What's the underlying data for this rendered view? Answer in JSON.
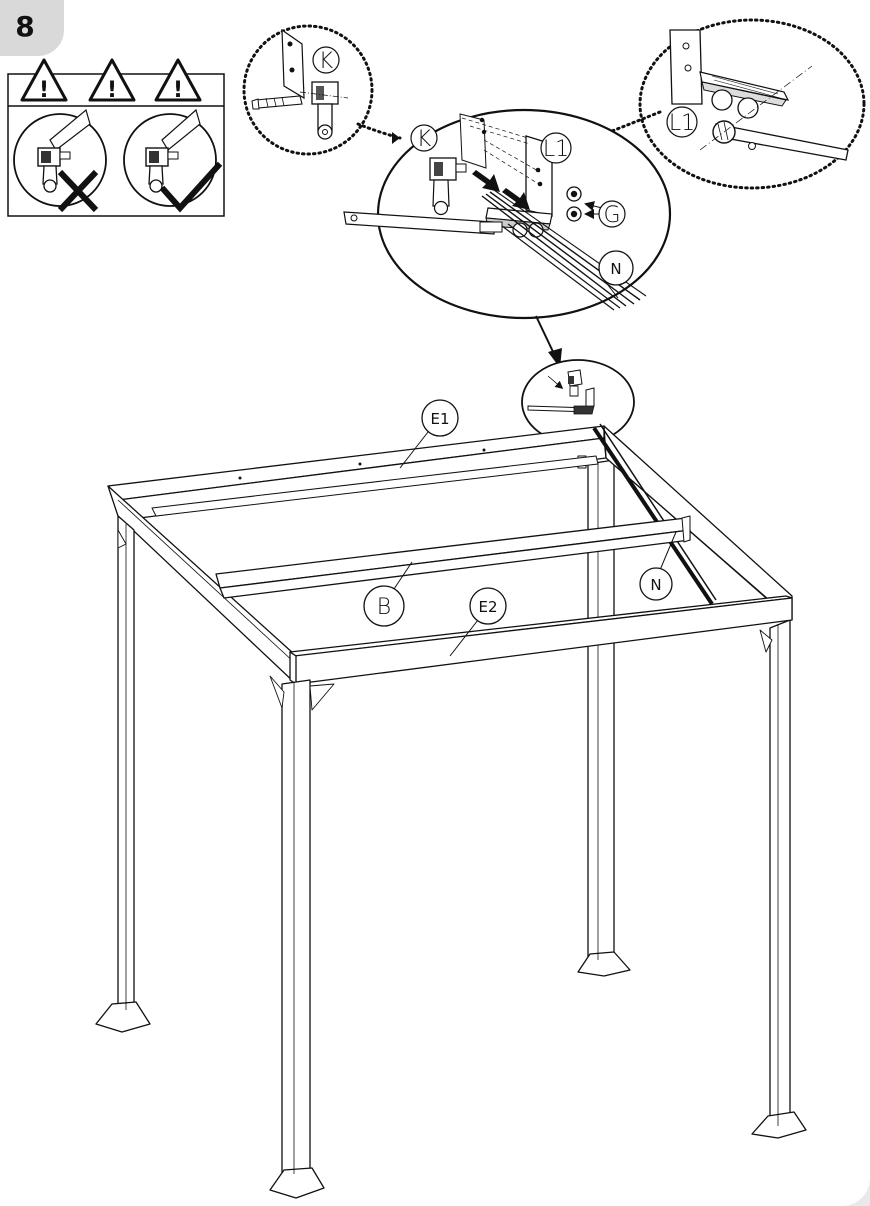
{
  "step": {
    "number": "8"
  },
  "warnings": {
    "mark": "!"
  },
  "labels": {
    "k_top": "K",
    "k_main": "K",
    "l1_main": "L1",
    "l1_right": "L1",
    "g": "G",
    "n_detail": "N",
    "n_frame": "N",
    "e1": "E1",
    "e2": "E2",
    "b": "B"
  },
  "colors": {
    "line": "#111111",
    "badge": "#d9d9d9",
    "page": "#ffffff"
  }
}
